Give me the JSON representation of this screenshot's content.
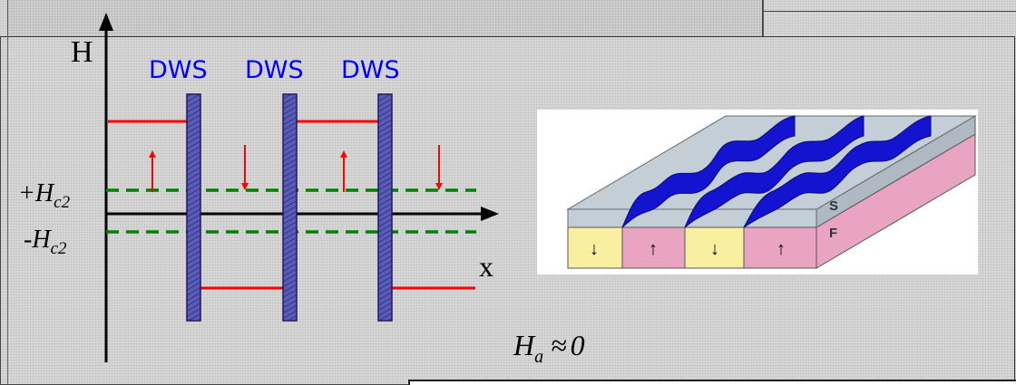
{
  "diagram": {
    "axes": {
      "y_label": "H",
      "x_label": "x"
    },
    "levels": [
      {
        "sign": "+",
        "symbol": "H",
        "subscript": "c2"
      },
      {
        "sign": "-",
        "symbol": "H",
        "subscript": "c2"
      }
    ],
    "dws_labels": [
      "DWS",
      "DWS",
      "DWS"
    ],
    "applied_field": {
      "symbol": "H",
      "subscript": "a",
      "relation": "≈",
      "value": "0"
    },
    "colors": {
      "field_line": "#ff0000",
      "threshold_line": "#008000",
      "dws_bar": "#5a5ab8",
      "dws_text": "#0000ff",
      "stripe": "#1414d0",
      "film_top": "#c4ced6",
      "ferro_pink": "#e8a4c0",
      "ferro_yellow": "#f8f0a0"
    }
  },
  "inset": {
    "layer_labels": {
      "superconductor": "S",
      "ferromagnet": "F"
    },
    "domain_arrows": [
      "↓",
      "↑",
      "↓",
      "↑"
    ]
  }
}
